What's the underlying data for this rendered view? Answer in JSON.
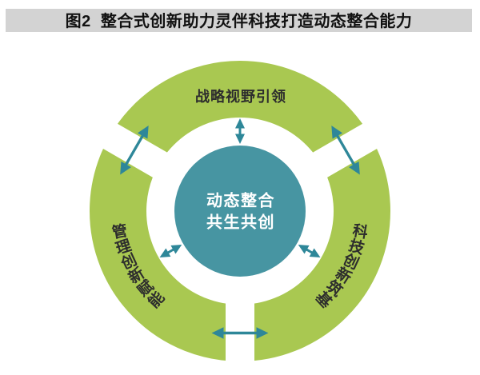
{
  "title": {
    "text": "图2  整合式创新助力灵伴科技打造动态整合能力"
  },
  "diagram": {
    "center": {
      "line1": "动态整合",
      "line2": "共生共创"
    },
    "segments": [
      {
        "id": "top",
        "label": "战略视野引领",
        "orientation": "horizontal",
        "bearing": 0
      },
      {
        "id": "right",
        "label": "科技创新筑基",
        "orientation": "curved",
        "bearing": 120
      },
      {
        "id": "left",
        "label": "管理创新赋能",
        "orientation": "curved",
        "bearing": 240
      }
    ],
    "arrows": {
      "gap_arrows": [
        "top-right",
        "bottom",
        "top-left"
      ],
      "center_arrows": [
        "top",
        "bottom-right",
        "bottom-left"
      ]
    },
    "colors": {
      "ring_green": "#a9c851",
      "center_teal": "#4795a2",
      "arrow_teal": "#2e8799",
      "title_bar_gray": "#d3d3d3",
      "label_text": "#2d2d2d",
      "center_text": "#ffffff"
    }
  }
}
